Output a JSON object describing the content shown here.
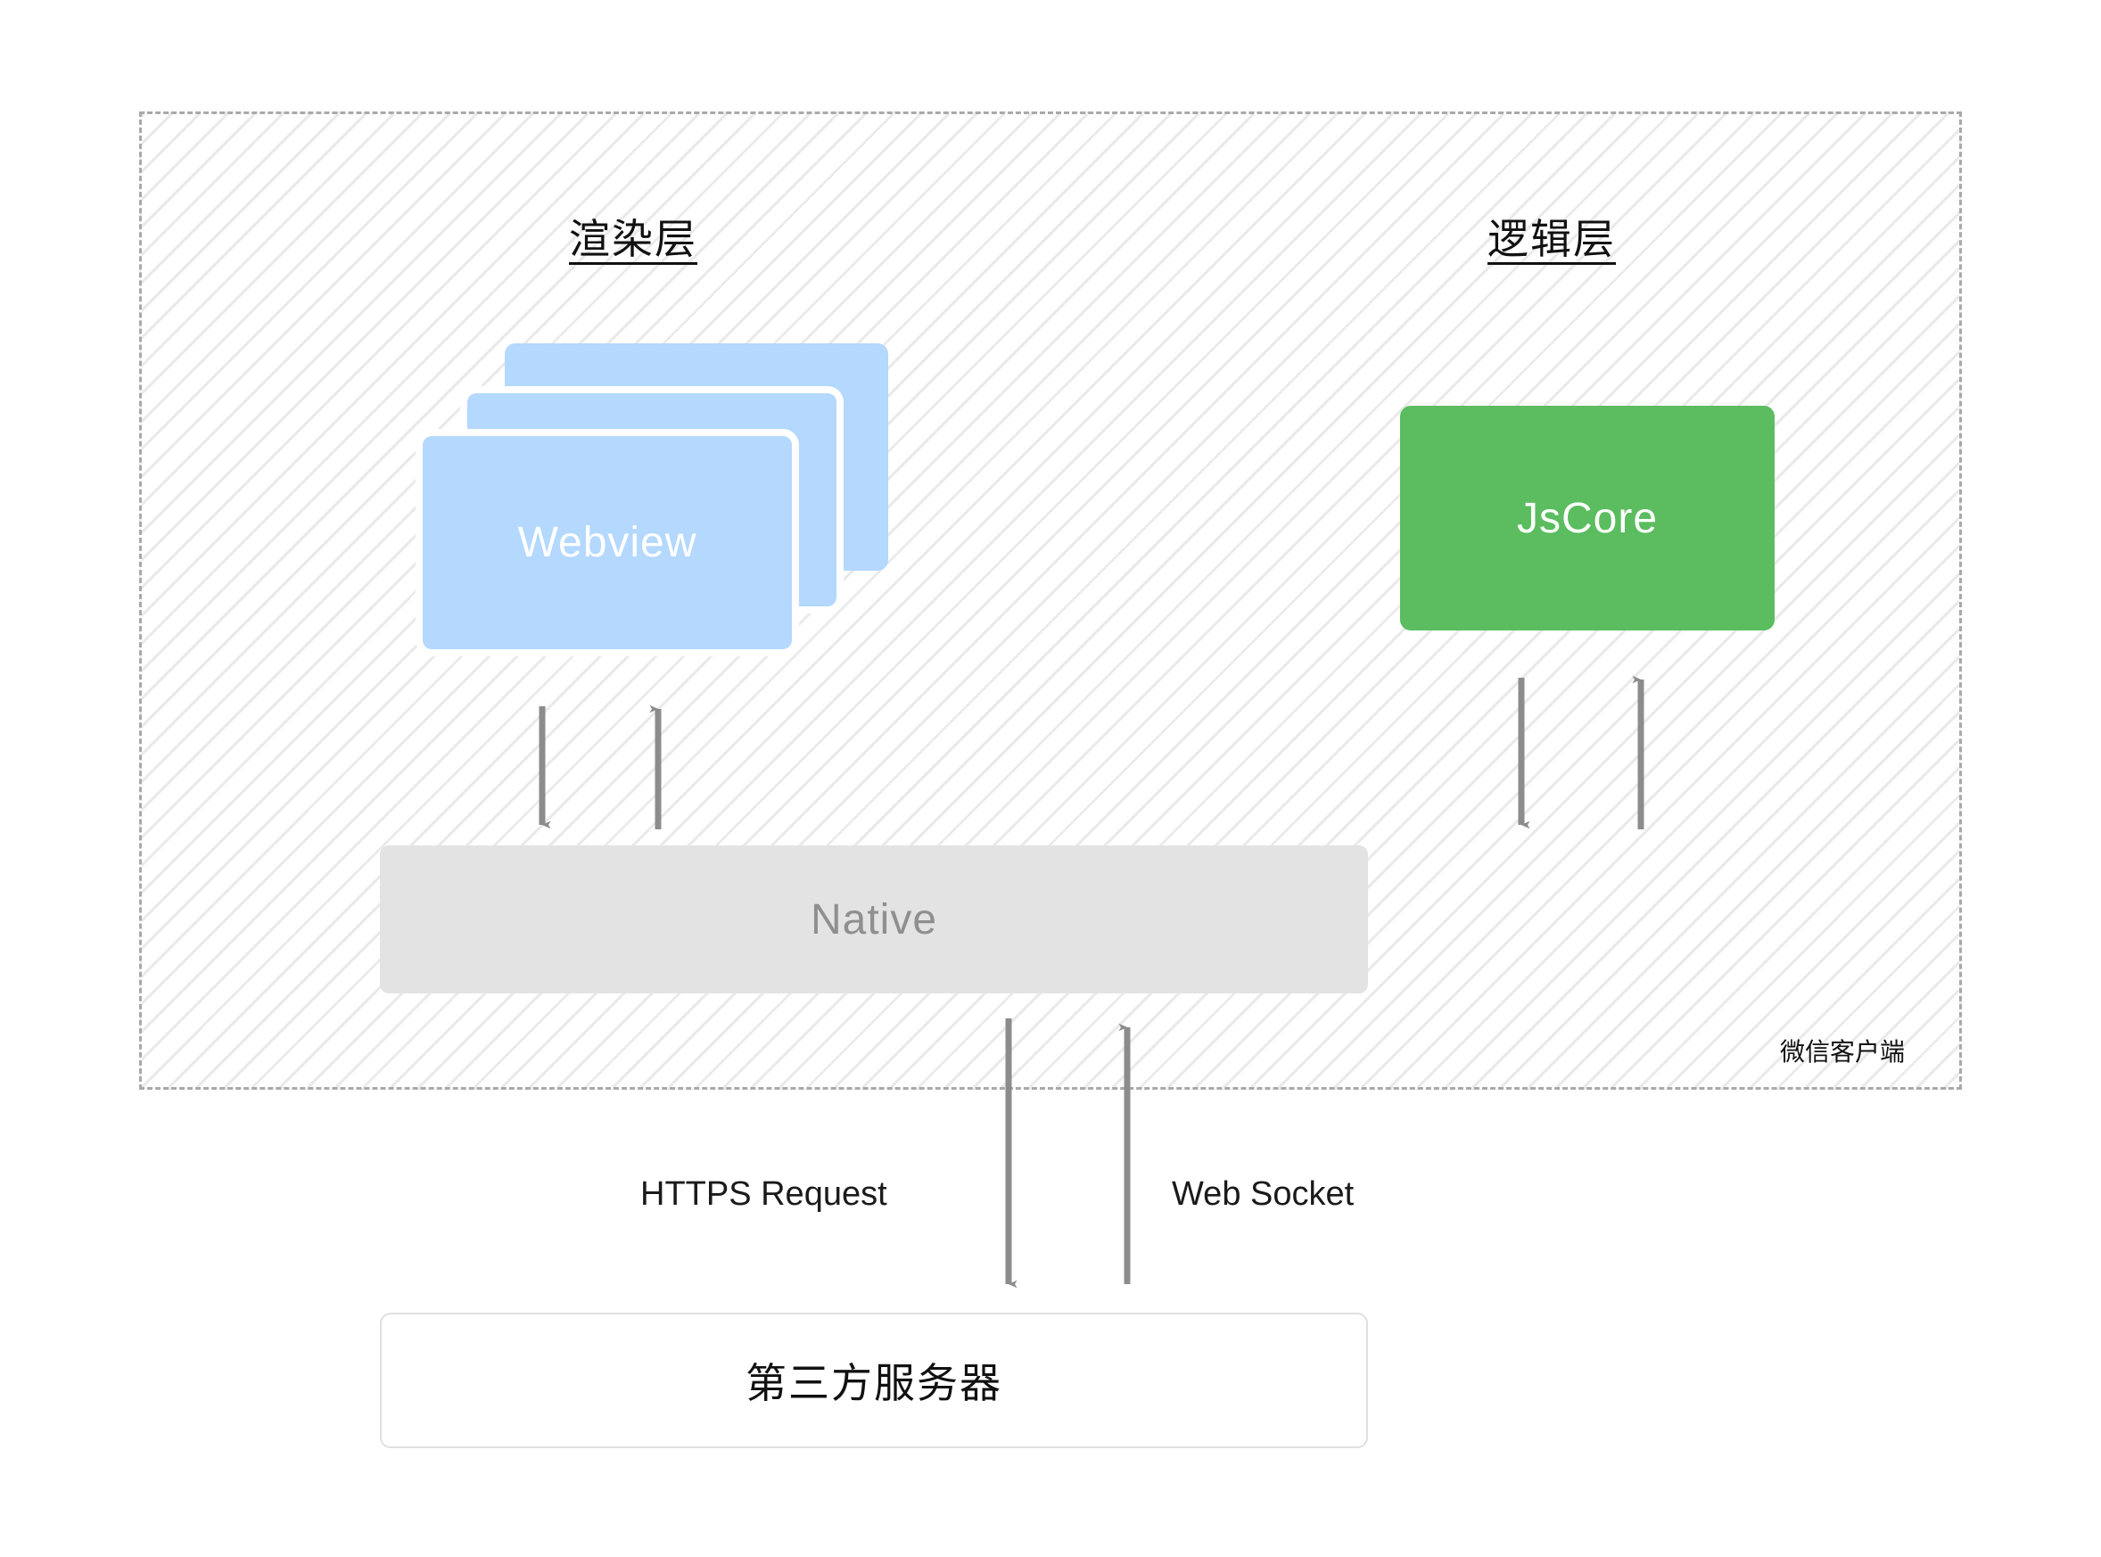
{
  "diagram": {
    "title_render_layer": "渲染层",
    "title_logic_layer": "逻辑层",
    "client_caption": "微信客户端",
    "nodes": {
      "webview": "Webview",
      "jscore": "JsCore",
      "native": "Native",
      "server": "第三方服务器"
    },
    "edges": {
      "https_request": "HTTPS Request",
      "web_socket": "Web Socket"
    },
    "colors": {
      "webview_blue": "#b4d8fe",
      "jscore_green": "#5bbd5f",
      "native_gray": "#e3e3e3",
      "arrow_gray": "#8c8c8c",
      "dashed_border": "#a9a9a9",
      "hatch_line": "#e9e9e9",
      "server_border": "#e0e0e0",
      "background": "#ffffff"
    },
    "webview_stack_count": 3
  }
}
